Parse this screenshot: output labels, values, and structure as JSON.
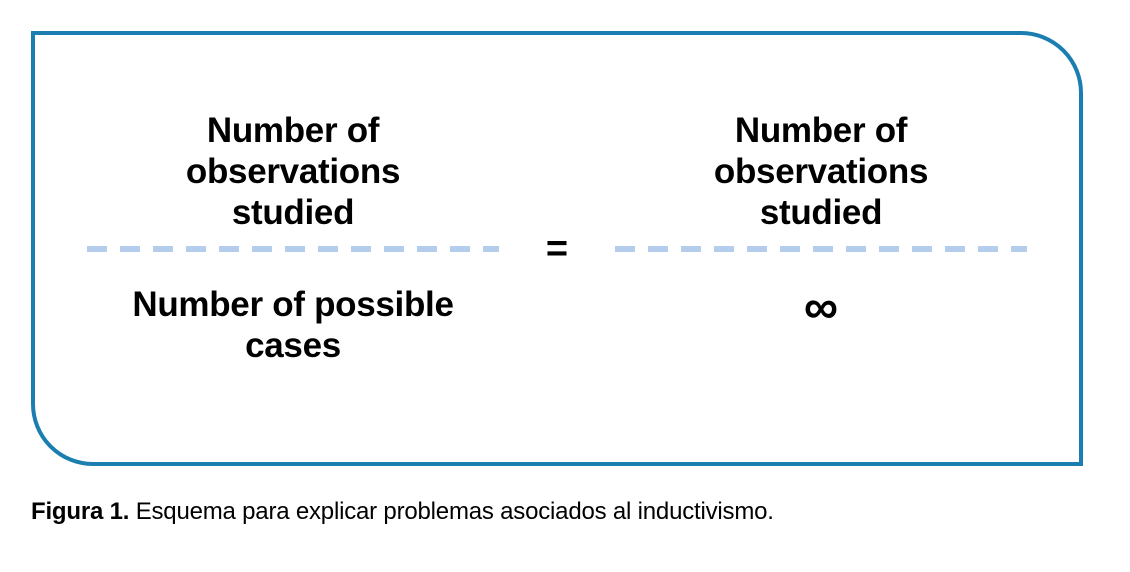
{
  "figure": {
    "box": {
      "border_color": "#1a7fb0",
      "background_color": "#ffffff"
    },
    "equation": {
      "operator": "=",
      "left_fraction": {
        "numerator": "Number of observations studied",
        "denominator": "Number of possible cases",
        "bar_color": "#b5cdec",
        "bar_style": "dashed"
      },
      "right_fraction": {
        "numerator": "Number of observations studied",
        "denominator": "∞",
        "bar_color": "#b5cdec",
        "bar_style": "dashed"
      }
    },
    "caption": {
      "label": "Figura 1.",
      "text": " Esquema para explicar problemas asociados al inductivismo."
    }
  }
}
